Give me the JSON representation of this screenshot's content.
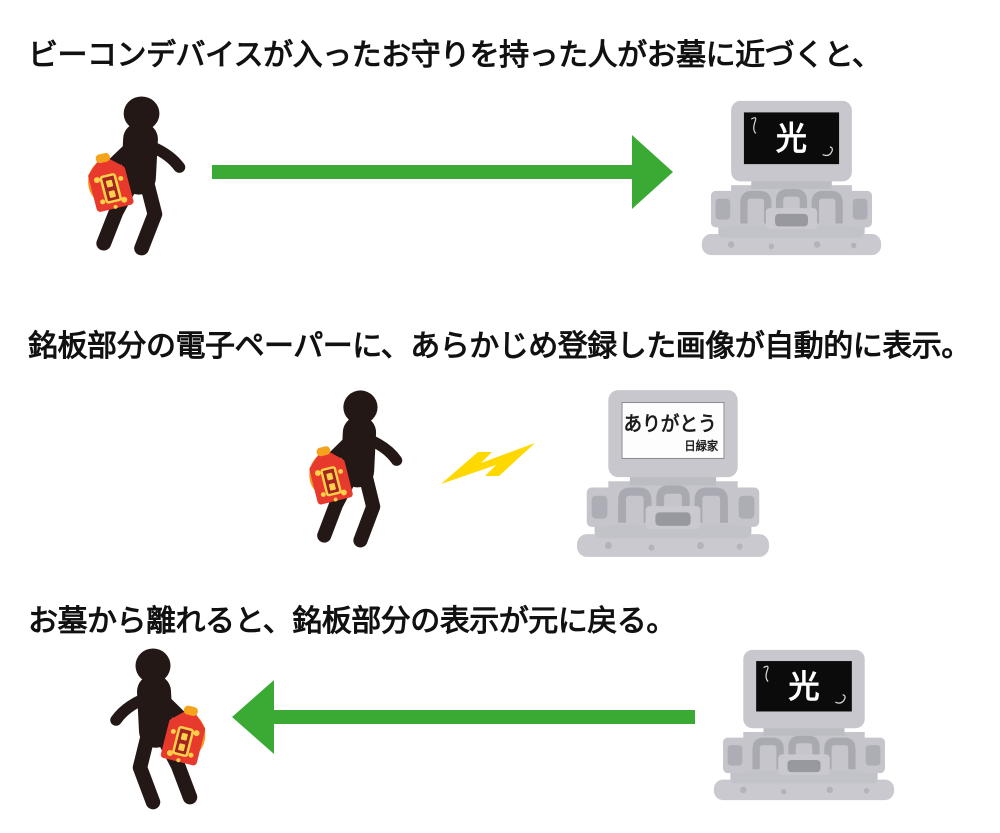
{
  "diagram_title": "beacon-omamori-grave-display-flow",
  "colors": {
    "arrow_green": "#3aaa35",
    "lightning_yellow": "#ffd800",
    "amulet_red": "#e8392d",
    "amulet_gold": "#f5a31d",
    "silhouette_black": "#231815",
    "grave_gray": "#c7c7cd",
    "screen_black": "#0b0b0b",
    "screen_white": "#fdfdfd",
    "text_black": "#111111"
  },
  "steps": [
    {
      "caption": "ビーコンデバイスが入ったお守りを持った人がお墓に近づくと、",
      "connector": "arrow-right",
      "grave_screen": {
        "type": "black",
        "text": "光"
      }
    },
    {
      "caption": "銘板部分の電子ペーパーに、あらかじめ登録した画像が自動的に表示。",
      "connector": "lightning",
      "grave_screen": {
        "type": "white",
        "line1": "ありがとう",
        "line2": "日緑家"
      }
    },
    {
      "caption": "お墓から離れると、銘板部分の表示が元に戻る。",
      "connector": "arrow-left",
      "grave_screen": {
        "type": "black",
        "text": "光"
      }
    }
  ]
}
